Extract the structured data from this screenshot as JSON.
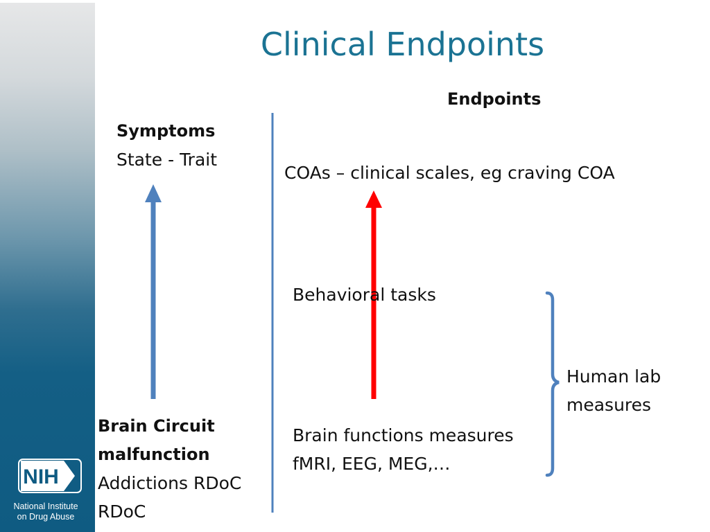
{
  "slide": {
    "title": "Clinical Endpoints"
  },
  "branding": {
    "logo_text": "NIH",
    "org_line1": "National Institute",
    "org_line2": "on Drug Abuse"
  },
  "left_column": {
    "top_heading": "Symptoms",
    "top_subtext": "State - Trait",
    "bottom_heading_line1": "Brain Circuit",
    "bottom_heading_line2": "malfunction",
    "bottom_line3": "Addictions RDoC",
    "bottom_line4": "RDoC"
  },
  "right_column": {
    "heading": "Endpoints",
    "item_coas": "COAs – clinical scales, eg craving COA",
    "item_behavioral": "Behavioral tasks",
    "item_brain_line1": "Brain functions measures",
    "item_brain_line2": "fMRI, EEG, MEG,…",
    "bracket_label_line1": "Human lab",
    "bracket_label_line2": "measures"
  },
  "colors": {
    "title": "#1b7393",
    "blue_arrow": "#4f81bd",
    "red_arrow": "#ff0000",
    "sidebar_bottom": "#0f5b82"
  }
}
